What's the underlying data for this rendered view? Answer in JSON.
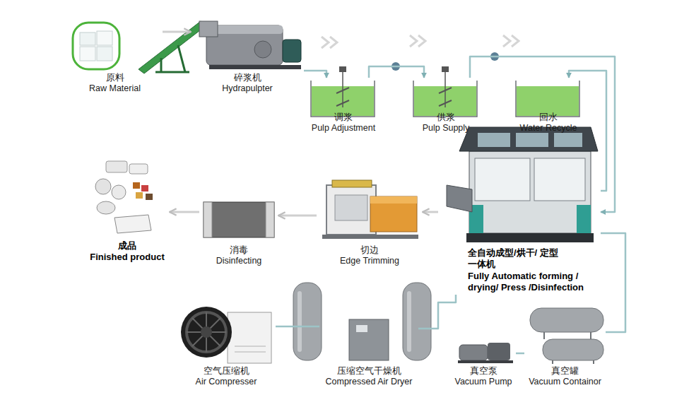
{
  "diagram": {
    "nodes": [
      {
        "text": [
          "原料",
          "Raw Material"
        ]
      },
      {
        "text": [
          "碎浆机",
          "Hydrapulpter"
        ]
      },
      {
        "text": [
          "调浆",
          "Pulp Adjustment"
        ]
      },
      {
        "text": [
          "供浆",
          "Pulp Supply"
        ]
      },
      {
        "text": [
          "回水",
          "Water Recycle"
        ]
      },
      {
        "text": [
          "全自动成型/烘干/ 定型 一体机",
          "Fully Automatic forming / drying/ Press /Disinfection"
        ]
      },
      {
        "text": [
          "切边",
          "Edge Trimming"
        ]
      },
      {
        "text": [
          "消毒",
          "Disinfecting"
        ]
      },
      {
        "text": [
          "成品",
          "Finished product"
        ]
      },
      {
        "text": [
          "空气压缩机",
          "Air Compresser"
        ]
      },
      {
        "text": [
          "压缩空气干燥机",
          "Compressed Air Dryer"
        ]
      },
      {
        "text": [
          "真空泵",
          "Vacuum Pump"
        ]
      },
      {
        "text": [
          "真空罐",
          "Vacuum Containor"
        ]
      }
    ],
    "edges": [
      {
        "from": 0,
        "to": 1,
        "arrow": "to"
      },
      {
        "from": 1,
        "to": 2,
        "arrow": "to"
      },
      {
        "from": 2,
        "to": 3,
        "arrow": "to"
      },
      {
        "from": 3,
        "to": 5,
        "arrow": "to"
      },
      {
        "from": 5,
        "to": 4,
        "arrow": "to"
      },
      {
        "from": 5,
        "to": 6,
        "arrow": "to"
      },
      {
        "from": 6,
        "to": 7,
        "arrow": "to"
      },
      {
        "from": 7,
        "to": 8,
        "arrow": "to"
      },
      {
        "from": 9,
        "to": 10,
        "arrow": "none"
      },
      {
        "from": 10,
        "to": 5,
        "arrow": "none"
      },
      {
        "from": 11,
        "to": 12,
        "arrow": "none"
      },
      {
        "from": 12,
        "to": 5,
        "arrow": "none"
      }
    ]
  }
}
